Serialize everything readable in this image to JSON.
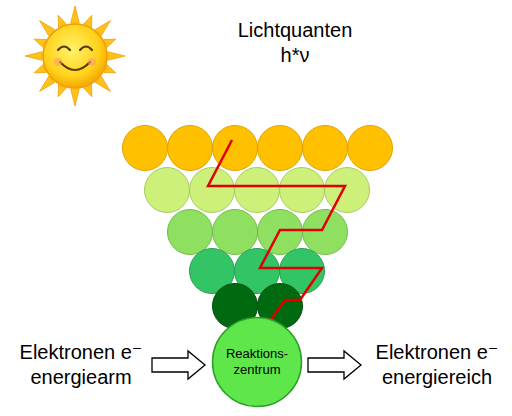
{
  "diagram": {
    "nodes": [
      {
        "text": [
          "Reaktions- zentrum"
        ]
      }
    ],
    "labels": [
      "Lichtquanten h*ν",
      "Elektronen e⁻ energiearm",
      "Elektronen e⁻ energiereich"
    ]
  }
}
